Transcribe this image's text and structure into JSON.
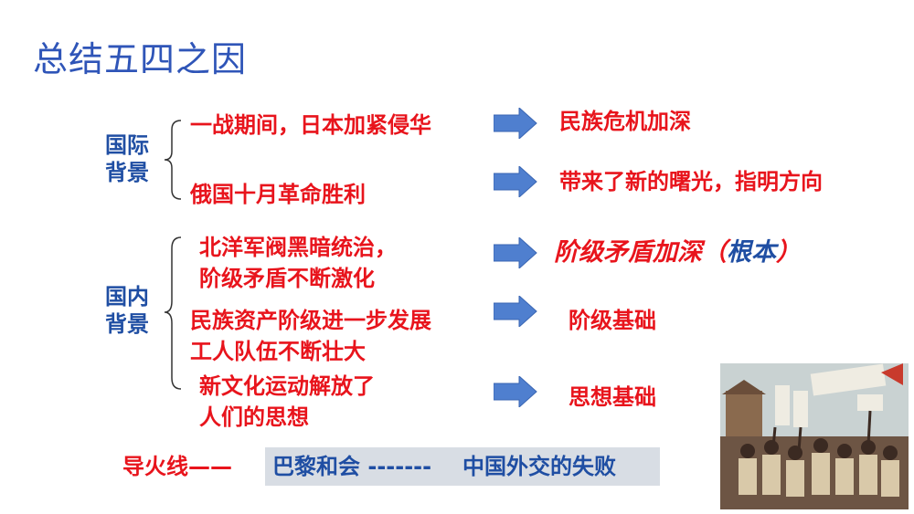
{
  "title": "总结五四之因",
  "international": {
    "label_line1": "国际",
    "label_line2": "背景",
    "items": [
      {
        "cause": "一战期间，日本加紧侵华",
        "effect": "民族危机加深"
      },
      {
        "cause": "俄国十月革命胜利",
        "effect": "带来了新的曙光，指明方向"
      }
    ]
  },
  "domestic": {
    "label_line1": "国内",
    "label_line2": "背景",
    "items": [
      {
        "cause_line1": "北洋军阀黑暗统治，",
        "cause_line2": "阶级矛盾不断激化",
        "effect_main": "阶级矛盾加深",
        "effect_open": "（",
        "effect_note": "根本",
        "effect_close": "）"
      },
      {
        "cause_line1": "民族资产阶级进一步发展",
        "cause_line2": "工人队伍不断壮大",
        "effect": "阶级基础"
      },
      {
        "cause_line1": "新文化运动解放了",
        "cause_line2": "人们的思想",
        "effect": "思想基础"
      }
    ]
  },
  "fuse": {
    "label": "导火线——",
    "event": "巴黎和会 -------",
    "result": "中国外交的失败"
  },
  "colors": {
    "title": "#2f55b8",
    "red": "#e8141c",
    "blue": "#1f4ea3",
    "arrow": "#4f7fcf"
  },
  "icons": [
    "right-arrow-icon",
    "brace-icon"
  ],
  "image": {
    "subject": "may-fourth-protest-painting"
  }
}
